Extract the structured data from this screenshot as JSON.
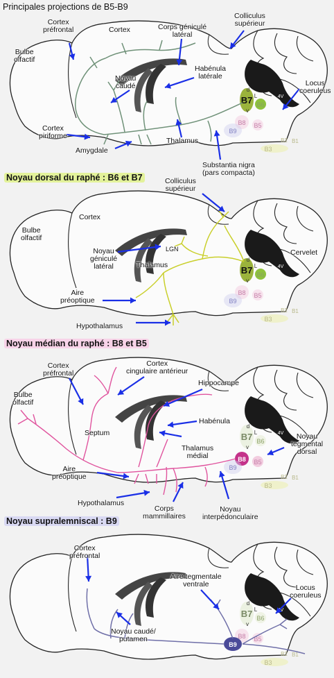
{
  "colors": {
    "panel1_axon": "#6f9178",
    "panel2_axon": "#c9cf2a",
    "panel3_axon": "#e0549e",
    "panel4_axon": "#6f6fa8",
    "b7_active": "#9bb33c",
    "b6_active": "#8ec23c",
    "b8_active": "#c4338a",
    "b9_active": "#4a4a99",
    "arrow": "#1a2fe6",
    "title2_bg": "#e3f29a",
    "title3_bg": "#f8d3e8",
    "title4_bg": "#d9d9f3"
  },
  "panel1": {
    "title": "Principales projections de B5-B9",
    "labels": {
      "cortex_prefrontal": "Cortex\npréfrontal",
      "cortex": "Cortex",
      "corps_genicule": "Corps géniculé\nlatéral",
      "colliculus": "Colliculus\nsupérieur",
      "bulbe": "Bulbe\nolfactif",
      "noyau_caude": "Noyau\ncaudé",
      "habenula": "Habénula\nlatérale",
      "locus": "Locus\ncoeruleus",
      "cortex_piriforme": "Cortex\npiriforme",
      "amygdale": "Amygdale",
      "thalamus": "Thalamus",
      "substantia": "Substantia nigra\n(pars compacta)"
    }
  },
  "panel2": {
    "title": "Noyau dorsal du raphé : B6 et B7",
    "labels": {
      "colliculus": "Colliculus\nsupérieur",
      "cortex": "Cortex",
      "bulbe": "Bulbe\nolfactif",
      "noyau_genicule": "Noyau\ngéniculé\nlatéral",
      "lgn": "LGN",
      "thalamus": "Thalamus",
      "cervelet": "Cervelet",
      "aire_preoptique": "Aire\npréoptique",
      "hypothalamus": "Hypothalamus"
    }
  },
  "panel3": {
    "title": "Noyau médian du raphé : B8 et B5",
    "labels": {
      "cortex_prefrontal": "Cortex\npréfrontal",
      "cortex_cingulaire": "Cortex\ncingulaire antérieur",
      "hippocampe": "Hippocampe",
      "bulbe": "Bulbe\nolfactif",
      "septum": "Septum",
      "habenula": "Habénula",
      "noyau_tegmental": "Noyau\ntegmental\ndorsal",
      "thalamus_medial": "Thalamus\nmédial",
      "aire_preoptique": "Aire\npréoptique",
      "hypothalamus": "Hypothalamus",
      "corps_mammillaires": "Corps\nmammillaires",
      "noyau_interpedonculaire": "Noyau\ninterpédonculaire"
    }
  },
  "panel4": {
    "title": "Noyau supralemniscal : B9",
    "labels": {
      "cortex_prefrontal": "Cortex\npréfrontal",
      "aire_tegmentale": "Aire tegmentale\nventrale",
      "locus": "Locus\ncoeruleus",
      "noyau_caude_putamen": "Noyau caudé/\nputamen"
    }
  },
  "nuclei": {
    "b5": "B5",
    "b6": "B6",
    "b7": "B7",
    "b8": "B8",
    "b9": "B9",
    "b1": "B1",
    "b2": "B2",
    "b3": "B3",
    "d": "d",
    "v": "v",
    "l": "L",
    "fourth_v": "4V"
  }
}
